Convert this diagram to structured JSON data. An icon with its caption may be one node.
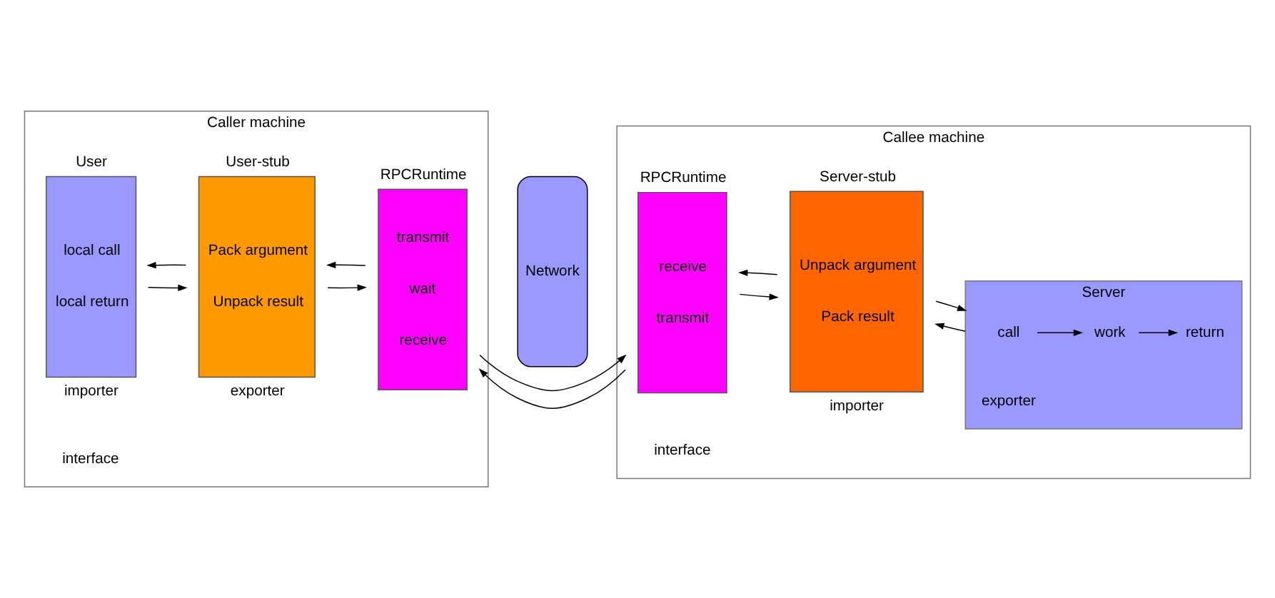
{
  "diagram": {
    "nodes": [
      {
        "text": [
          "Caller machine"
        ],
        "beside": [
          "interface"
        ]
      },
      {
        "text": [
          "User",
          "local call",
          "local return"
        ],
        "beside": [
          "importer"
        ],
        "in": 0
      },
      {
        "text": [
          "User-stub",
          "Pack argument",
          "Unpack result"
        ],
        "beside": [
          "exporter"
        ],
        "in": 0
      },
      {
        "text": [
          "RPCRuntime",
          "transmit",
          "wait",
          "receive"
        ],
        "in": 0
      },
      {
        "text": [
          "Network"
        ]
      },
      {
        "text": [
          "Callee machine"
        ],
        "beside": [
          "interface"
        ]
      },
      {
        "text": [
          "RPCRuntime",
          "receive",
          "transmit"
        ],
        "in": 5
      },
      {
        "text": [
          "Server-stub",
          "Unpack argument",
          "Pack result"
        ],
        "beside": [
          "importer"
        ],
        "in": 5
      },
      {
        "text": [
          "Server"
        ],
        "beside": [
          "exporter"
        ],
        "in": 5
      },
      {
        "text": [
          "call"
        ],
        "in": 8
      },
      {
        "text": [
          "work"
        ],
        "in": 8
      },
      {
        "text": [
          "return"
        ],
        "in": 8
      }
    ],
    "edges": [
      {
        "from": 1,
        "to": 2,
        "arrow": "to"
      },
      {
        "from": 2,
        "to": 3,
        "arrow": "to"
      },
      {
        "from": 3,
        "to": 6,
        "arrow": "to"
      },
      {
        "from": 6,
        "to": 7,
        "arrow": "to"
      },
      {
        "from": 7,
        "to": 8,
        "arrow": "to"
      },
      {
        "from": 9,
        "to": 10,
        "arrow": "to"
      },
      {
        "from": 10,
        "to": 11,
        "arrow": "to"
      },
      {
        "from": 8,
        "to": 7,
        "arrow": "to"
      },
      {
        "from": 7,
        "to": 6,
        "arrow": "to"
      },
      {
        "from": 6,
        "to": 3,
        "arrow": "to"
      },
      {
        "from": 3,
        "to": 2,
        "arrow": "to"
      },
      {
        "from": 2,
        "to": 1,
        "arrow": "to"
      }
    ]
  }
}
